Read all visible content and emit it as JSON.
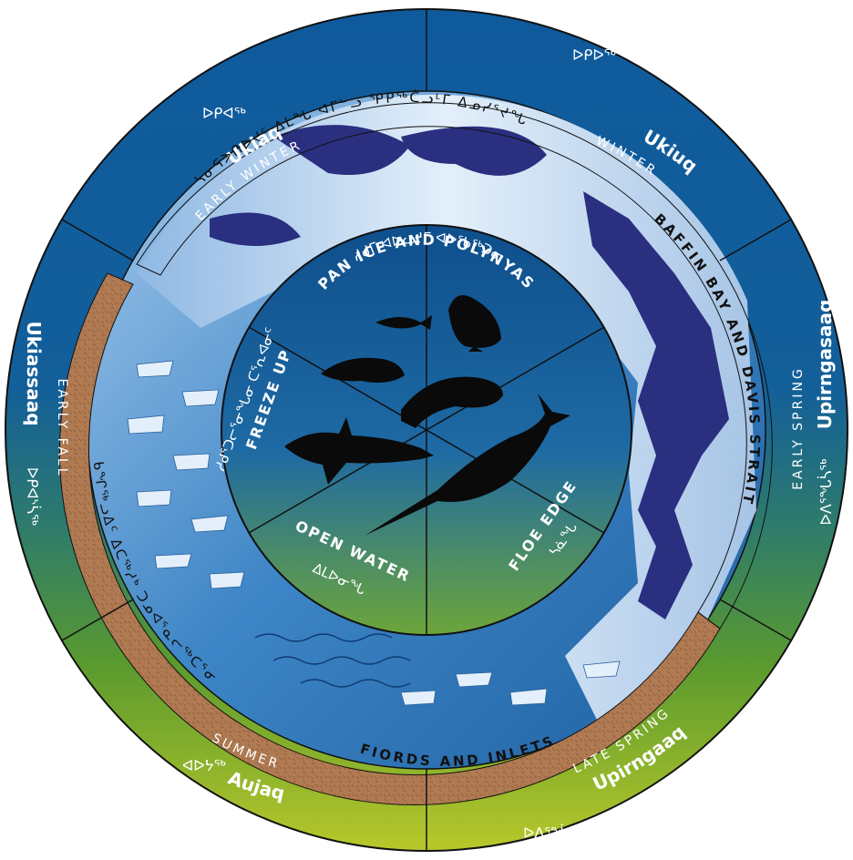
{
  "colors": {
    "outer_blue": "#0f5a9c",
    "outer_green": "#5b9a2e",
    "outer_yellow": "#b8c82a",
    "ice_light": "#dbe9f7",
    "ice_dark": "#2a2f80",
    "water": "#2b75b6",
    "land_ring": "#b07a52",
    "inner_top": "#0e4f8c",
    "inner_bottom": "#6da53a",
    "line": "#111111",
    "text": "#ffffff",
    "ring_text_dark": "#111111"
  },
  "seasons": {
    "early_winter": {
      "name": "Ukiaq",
      "syllabics": "ᐅᑭᐊᖅ",
      "label": "EARLY WINTER"
    },
    "winter": {
      "name": "Ukiuq",
      "syllabics": "ᐅᑭᐅᖅ",
      "label": "WINTER"
    },
    "early_spring": {
      "name": "Upirngasaaq",
      "syllabics": "ᐅᐱᕐᖓᓵᖅ",
      "label": "EARLY SPRING"
    },
    "late_spring": {
      "name": "Upirngaaq",
      "syllabics": "ᐅᐱᕐᖔᖅ",
      "label": "LATE SPRING"
    },
    "summer": {
      "name": "Aujaq",
      "syllabics": "ᐊᐅᔭᖅ",
      "label": "SUMMER"
    },
    "early_fall": {
      "name": "Ukiassaaq",
      "syllabics": "ᐅᑭᐊᔅᓵᖅ",
      "label": "EARLY FALL"
    }
  },
  "ring": {
    "baffin_text": "BAFFIN BAY AND DAVIS STRAIT",
    "baffin_syllabics": "ᓴᓂᕋᐳᑎᐅᔪᑦ ᐃᒪᖓ ᐊᒥᓪᓗ ᕿᑭᖅᑖᓗᒻᒥ ᐃᓄᓯᕐᔪᖓ",
    "fiords_text": "FIORDS AND INLETS",
    "fiords_syllabics": "ᑲᖏᖅᓗᐃᑦ ᐃᑕᖅᓱᒃ ᑐᓄᐊᕐᓇᓕᖅᑕᕐᓂ"
  },
  "inner": {
    "pan_ice": "PAN ICE AND POLYNYAS",
    "pan_ice_syllabics": "ᓱᑯᒥ ᐊᐅᓚᔪᒥ ᐊᐅᖃᖅᑐᓂ",
    "freeze_up": "FREEZE UP",
    "freeze_up_syllabics": "ᓱᑯᕐᑐᓕᕐᓂᖓᓂ ᑕᕐᕆᐊᓂᑦ",
    "open_water": "OPEN WATER",
    "open_water_syllabics": "ᐃᒪᐅᓂᖓ",
    "floe_edge": "FLOE EDGE",
    "floe_edge_syllabics": "ᓴᓈᖓ"
  },
  "animals": {
    "icons": [
      "fish-icon",
      "walrus-icon",
      "seal-icon",
      "bearded-seal-icon",
      "killer-whale-icon",
      "narwhal-icon"
    ]
  }
}
